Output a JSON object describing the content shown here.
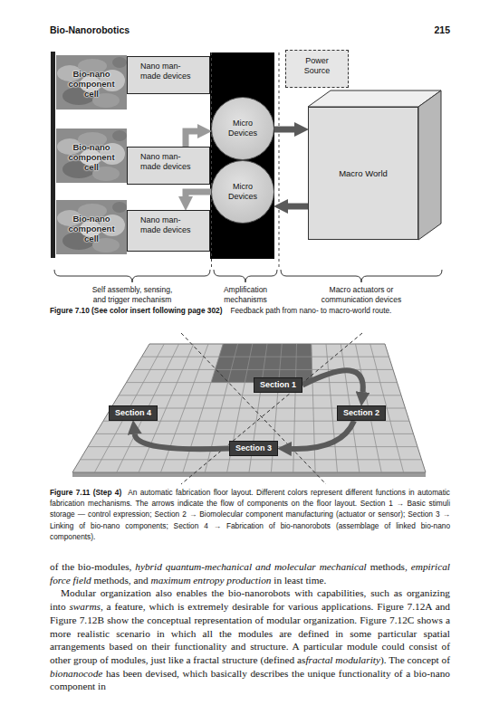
{
  "diagram": {
    "nodes": [
      {
        "text": [
          "Bio-nano component cell"
        ]
      },
      {
        "text": [
          "Nano man-made devices"
        ]
      },
      {
        "text": [
          "Bio-nano component cell"
        ]
      },
      {
        "text": [
          "Nano man-made devices"
        ]
      },
      {
        "text": [
          "Bio-nano component cell"
        ]
      },
      {
        "text": [
          "Nano man-made devices"
        ]
      },
      {
        "text": [
          "Micro Devices"
        ]
      },
      {
        "text": [
          "Micro Devices"
        ]
      },
      {
        "text": [
          "Power Source"
        ]
      },
      {
        "text": [
          "Macro World"
        ]
      },
      {
        "text": [
          "Section 1"
        ]
      },
      {
        "text": [
          "Section 4"
        ]
      },
      {
        "text": [
          "Section 2"
        ]
      },
      {
        "text": [
          "Section 3"
        ]
      }
    ],
    "edges": [
      {
        "from": 3,
        "to": 6,
        "arrow": "to"
      },
      {
        "from": 7,
        "to": 5,
        "arrow": "to"
      },
      {
        "from": 6,
        "to": 9,
        "arrow": "to"
      },
      {
        "from": 9,
        "to": 7,
        "arrow": "to"
      },
      {
        "from": 10,
        "to": 12,
        "arrow": "to"
      },
      {
        "from": 12,
        "to": 13,
        "arrow": "to"
      },
      {
        "from": 13,
        "to": 11,
        "arrow": "to"
      }
    ],
    "labels": [
      "Bio-Nanorobotics",
      "215",
      "Self assembly, sensing, and trigger mechanism",
      "Amplification mechanisms",
      "Macro actuators or communication devices",
      "Figure 7.10 (See color insert following page 302)",
      "Feedback path from nano- to macro-world route.",
      "Figure 7.11 (Step 4)",
      "An automatic fabrication floor layout. Different colors represent different functions in automatic fabrication mechanisms. The arrows indicate the flow of components on the floor layout. Section 1 → Basic stimuli storage — control expression; Section 2 → Biomolecular component manufacturing (actuator or sensor); Section 3 → Linking of bio-nano components; Section 4 → Fabrication of bio-nanorobots (assemblage of linked bio-nano components).",
      "of the bio-modules,",
      "hybrid quantum-mechanical and molecular mechanical",
      "methods,",
      "empirical force field",
      "methods, and",
      "maximum entropy production",
      "in least time.",
      "Modular organization also enables the bio-nanorobots with capabilities, such as organizing into",
      "swarms",
      ", a feature, which is extremely desirable for various applications. Figure 7.12A and Figure 7.12B show the conceptual representation of modular organization. Figure 7.12C shows a more realistic scenario in which all the modules are defined in some particular spatial arrangements based on their functionality and structure. A particular module could consist of other group of modules, just like a fractal structure (defined as",
      "fractal modularity",
      "). The concept of",
      "bionanocode",
      "has been devised, which basically describes the unique functionality of a bio-nano component in"
    ]
  }
}
